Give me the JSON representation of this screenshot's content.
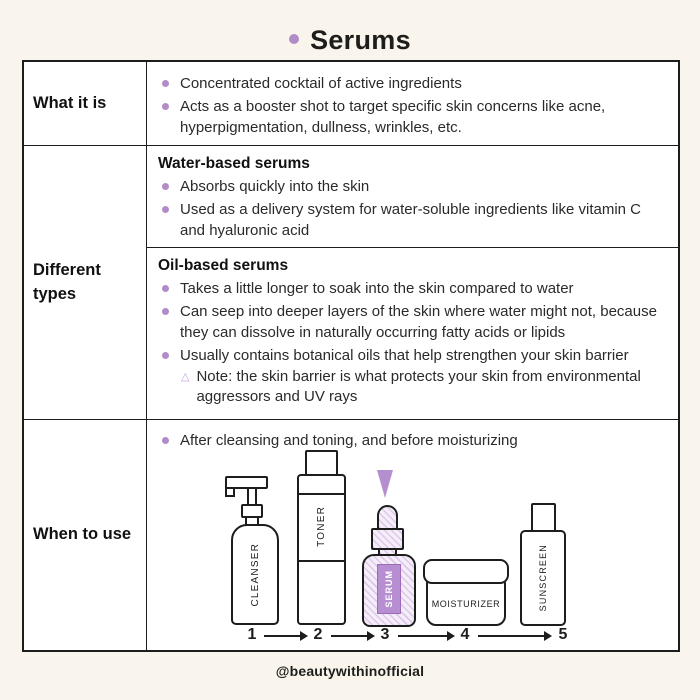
{
  "page": {
    "title": "Serums",
    "footer": "@beautywithinofficial"
  },
  "colors": {
    "background": "#FAF5EC",
    "cell_background": "#FFFFFF",
    "border": "#1D1D1B",
    "accent_purple": "#B28CC7",
    "serum_hatch": "#DCC8EA",
    "serum_label_bg": "#B78ED2",
    "arrow_purple": "#B48FD0"
  },
  "table": {
    "rows": [
      {
        "label": "What it is",
        "bullets": [
          "Concentrated cocktail of active ingredients",
          "Acts as a booster shot to target specific skin concerns like acne, hyperpigmentation, dullness, wrinkles, etc."
        ]
      },
      {
        "label": "Different types",
        "sections": [
          {
            "heading": "Water-based serums",
            "bullets": [
              "Absorbs quickly into the skin",
              "Used as a delivery system for water-soluble ingredients like vitamin C and hyaluronic acid"
            ]
          },
          {
            "heading": "Oil-based serums",
            "bullets": [
              "Takes a little longer to soak into the skin compared to water",
              "Can seep into deeper layers of the skin where water might not, because they can dissolve in naturally occurring fatty acids or lipids",
              "Usually contains botanical oils that help strengthen your skin barrier"
            ],
            "note_marker": "△",
            "note": "Note: the skin barrier is what protects your skin from environmental aggressors and UV rays"
          }
        ]
      },
      {
        "label": "When to use",
        "bullets": [
          "After cleansing and toning, and before moisturizing"
        ],
        "routine": {
          "products": [
            "CLEANSER",
            "TONER",
            "SERUM",
            "MOISTURIZER",
            "SUNSCREEN"
          ],
          "steps": [
            "1",
            "2",
            "3",
            "4",
            "5"
          ]
        }
      }
    ]
  }
}
